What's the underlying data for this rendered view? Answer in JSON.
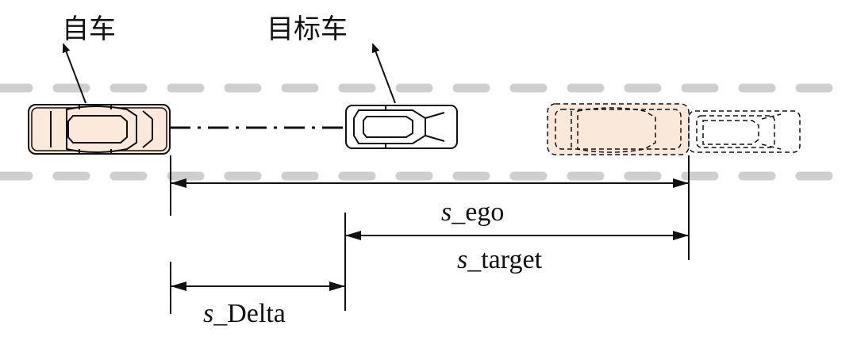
{
  "labels": {
    "ego_vehicle": "自车",
    "target_vehicle": "目标车"
  },
  "dimensions": {
    "s_ego": {
      "symbol": "s",
      "suffix": "_ego"
    },
    "s_target": {
      "symbol": "s",
      "suffix": "_target"
    },
    "s_delta": {
      "symbol": "s",
      "suffix": "_Delta"
    }
  },
  "colors": {
    "lane_marking": "#cfcfcf",
    "ego_fill": "#fae8da",
    "target_fill": "#ffffff",
    "line": "#111111"
  }
}
